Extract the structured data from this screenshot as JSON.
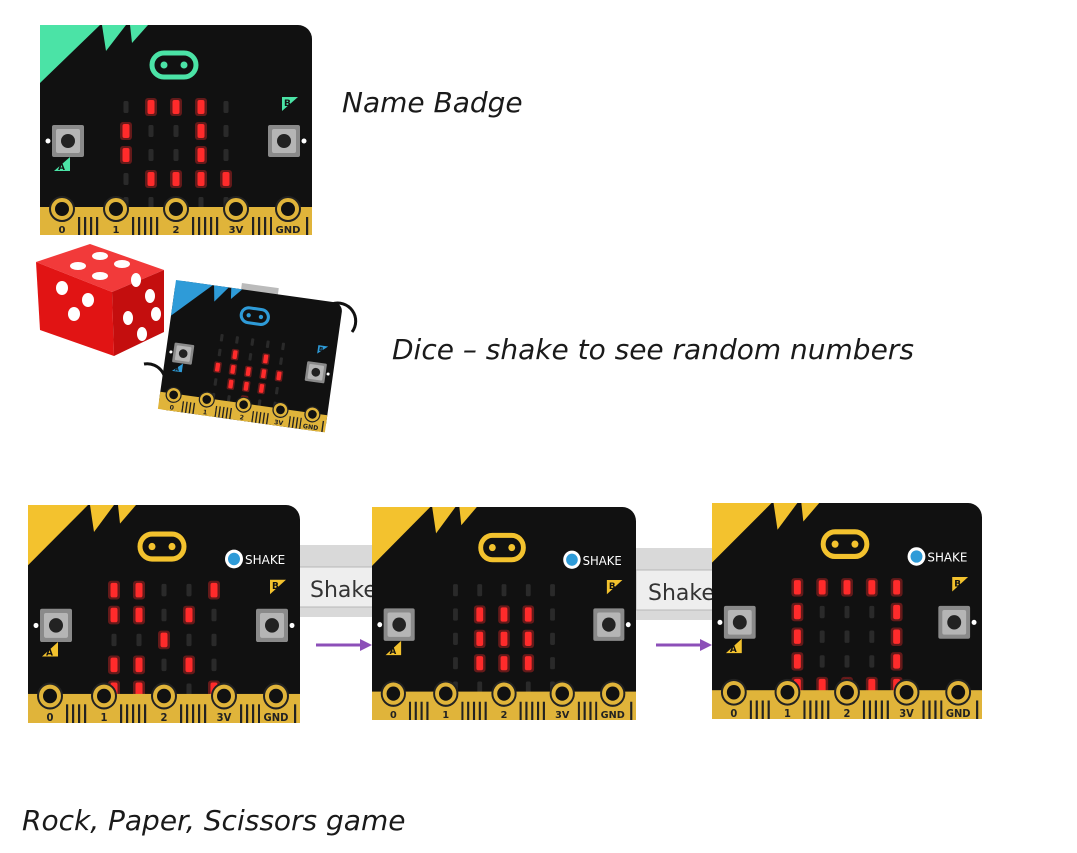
{
  "captions": {
    "name_badge": "Name Badge",
    "dice": "Dice – shake to see random numbers",
    "rps": "Rock, Paper, Scissors game"
  },
  "pins": [
    "0",
    "1",
    "2",
    "3V",
    "GND"
  ],
  "buttons": {
    "a": "A",
    "b": "B"
  },
  "shake_label": "SHAKE",
  "shake_tooltip": "Shake",
  "colors": {
    "board": "#111111",
    "green_accent": "#4be3a6",
    "yellow_accent": "#f3c22e",
    "blue_accent": "#2e9bd8",
    "led_on": "#ff2b2b",
    "led_off": "#2a2a2a",
    "edge_gold": "#e0b43a",
    "dice_red": "#e11414",
    "arrow": "#8c4fb8"
  },
  "boards": [
    {
      "id": "name-badge",
      "accent": "green",
      "has_shake": false,
      "leds": [
        "01110",
        "10010",
        "10010",
        "01111",
        "00000"
      ]
    },
    {
      "id": "rps-1",
      "accent": "yellow",
      "has_shake": true,
      "leds": [
        "11001",
        "11010",
        "00100",
        "11010",
        "11001"
      ]
    },
    {
      "id": "rps-2",
      "accent": "yellow",
      "has_shake": true,
      "leds": [
        "00000",
        "01110",
        "01110",
        "01110",
        "00000"
      ]
    },
    {
      "id": "rps-3",
      "accent": "yellow",
      "has_shake": true,
      "leds": [
        "11111",
        "10001",
        "10001",
        "10001",
        "11111"
      ]
    }
  ],
  "dice_board": {
    "leds": [
      "00000",
      "01010",
      "11111",
      "01110",
      "00100"
    ]
  }
}
